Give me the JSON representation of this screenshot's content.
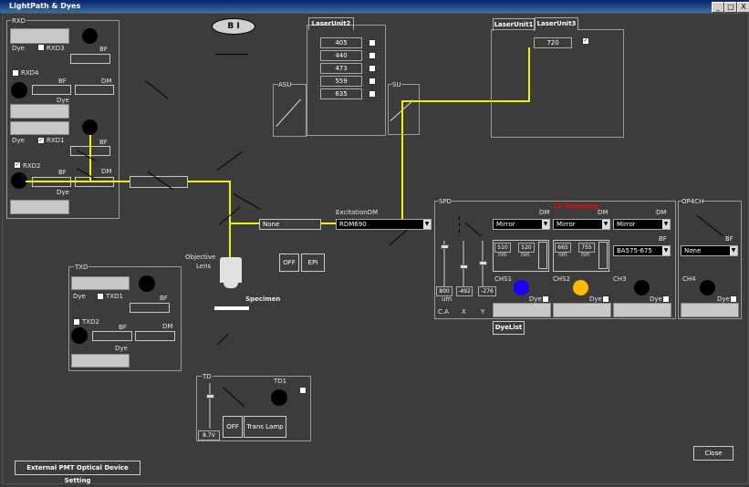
{
  "window": {
    "title": "LightPath & Dyes",
    "min": "_",
    "max": "□",
    "close": "X"
  },
  "bi_label": "B I",
  "rxd": {
    "title": "RXD",
    "dye": "Dye",
    "rxd3": "RXD3",
    "rxd4": "RXD4",
    "rxd1": "RXD1",
    "rxd2": "RXD2",
    "bf": "BF",
    "dm": "DM",
    "rxd1_checked": "✓",
    "rxd2_checked": "✓"
  },
  "txd": {
    "title": "TXD",
    "dye": "Dye",
    "txd1": "TXD1",
    "txd2": "TXD2",
    "bf": "BF",
    "dm": "DM"
  },
  "td": {
    "title": "TD",
    "td1": "TD1",
    "value": "8.7V",
    "off": "OFF",
    "trans_lamp": "Trans Lamp"
  },
  "laser_unit2": {
    "tab": "LaserUnit2",
    "lines": [
      "405",
      "440",
      "473",
      "559",
      "635"
    ]
  },
  "laser_unit_tabs": {
    "tab1": "LaserUnit1",
    "tab3": "LaserUnit3",
    "line": "720",
    "checked": "✓"
  },
  "asu": "ASU",
  "su": "SU",
  "excitation": {
    "label": "ExcitationDM",
    "value": "RDM690"
  },
  "none_box": "None",
  "objective": {
    "label1": "Objective",
    "label2": "Lens",
    "specimen": "Specimen"
  },
  "off_epi": {
    "off": "OFF",
    "epi": "EPI"
  },
  "spd": {
    "title": "SPD",
    "warning": "CL Scanning",
    "dm": "DM",
    "bf": "BF",
    "mirror": "Mirror",
    "ba": "BA575-675",
    "ch1": "CHS1",
    "ch2": "CHS2",
    "ch3": "CH3",
    "dye": "Dye",
    "range1_lo": "510",
    "range1_hi": "520",
    "range2_lo": "665",
    "range2_hi": "755",
    "unit": "nm",
    "ca_value": "800",
    "x_value": "-492",
    "y_value": "-276",
    "um": "um",
    "ca": "C.A",
    "x": "X",
    "y": "Y",
    "color_ch1": "#1c00ff",
    "color_ch2": "#ffb800"
  },
  "op4ch": {
    "title": "OP4CH",
    "bf": "BF",
    "none": "None",
    "ch4": "CH4",
    "dye": "Dye"
  },
  "dyelist": "DyeList",
  "external_pmt": "External PMT Optical Device Setting",
  "close": "Close"
}
